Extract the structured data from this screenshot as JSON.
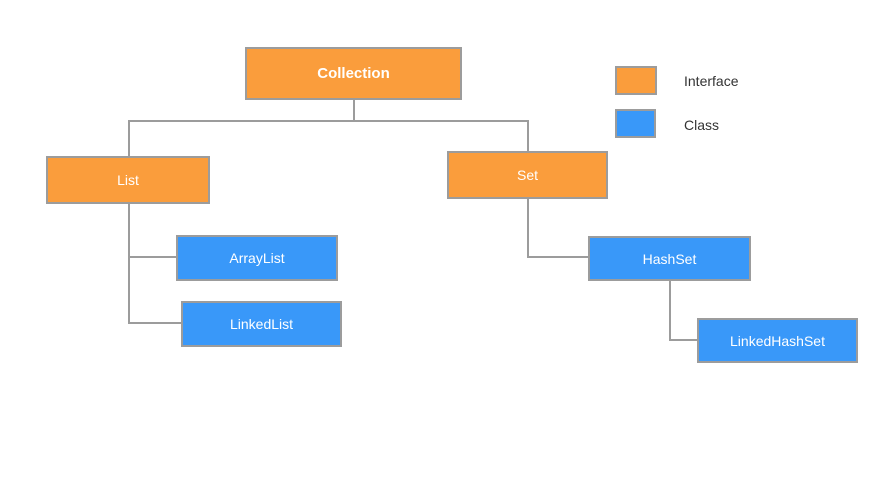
{
  "diagram": {
    "nodes": [
      {
        "id": "collection",
        "label": "Collection",
        "type": "interface"
      },
      {
        "id": "list",
        "label": "List",
        "type": "interface"
      },
      {
        "id": "set",
        "label": "Set",
        "type": "interface"
      },
      {
        "id": "arraylist",
        "label": "ArrayList",
        "type": "class"
      },
      {
        "id": "linkedlist",
        "label": "LinkedList",
        "type": "class"
      },
      {
        "id": "hashset",
        "label": "HashSet",
        "type": "class"
      },
      {
        "id": "linkedhashset",
        "label": "LinkedHashSet",
        "type": "class"
      }
    ],
    "edges": [
      {
        "from": "Collection",
        "to": "List"
      },
      {
        "from": "Collection",
        "to": "Set"
      },
      {
        "from": "List",
        "to": "ArrayList"
      },
      {
        "from": "List",
        "to": "LinkedList"
      },
      {
        "from": "Set",
        "to": "HashSet"
      },
      {
        "from": "HashSet",
        "to": "LinkedHashSet"
      }
    ]
  },
  "legend": {
    "items": [
      {
        "label": "Interface",
        "color": "#fa9d3c"
      },
      {
        "label": "Class",
        "color": "#3998f9"
      }
    ]
  },
  "colors": {
    "interface_fill": "#fa9d3c",
    "class_fill": "#3998f9",
    "box_border": "#9c9c9c",
    "connector": "#9c9c9c",
    "node_text": "#ffffff",
    "legend_text": "#333333",
    "background": "#ffffff"
  }
}
